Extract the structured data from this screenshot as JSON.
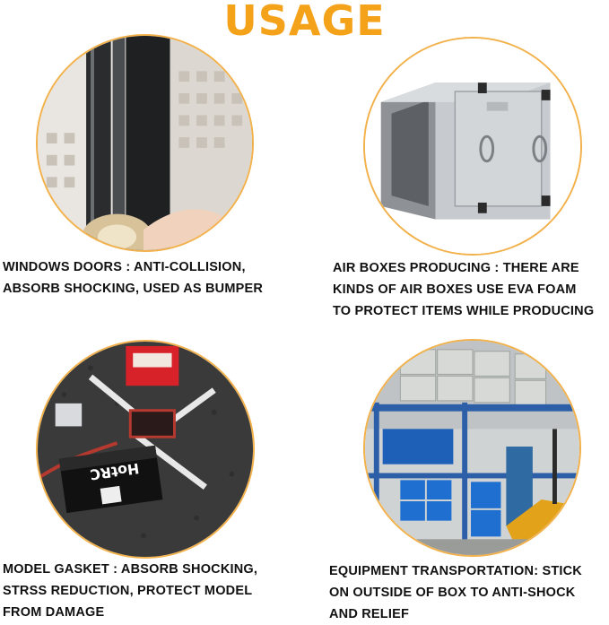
{
  "title": "USAGE",
  "accent_color": "#f5a21b",
  "items": [
    {
      "image": "window-door-seal-tape-photo",
      "caption": [
        "WINDOWS DOORS : ANTI-COLLISION,",
        "ABSORB SHOCKING, USED AS BUMPER"
      ]
    },
    {
      "image": "air-box-cabinet-photo",
      "caption": [
        "AIR BOXES PRODUCING : THERE ARE",
        "KINDS OF AIR BOXES USE EVA FOAM",
        "TO PROTECT ITEMS WHILE PRODUCING"
      ]
    },
    {
      "image": "drone-model-foam-case-photo",
      "photo_text": "HotRC",
      "caption": [
        "MODEL GASKET : ABSORB SHOCKING,",
        "STRSS REDUCTION,  PROTECT MODEL",
        "FROM DAMAGE"
      ]
    },
    {
      "image": "warehouse-shelves-photo",
      "caption": [
        "EQUIPMENT TRANSPORTATION:  STICK",
        "ON OUTSIDE OF BOX TO ANTI-SHOCK",
        "AND RELIEF"
      ]
    }
  ]
}
